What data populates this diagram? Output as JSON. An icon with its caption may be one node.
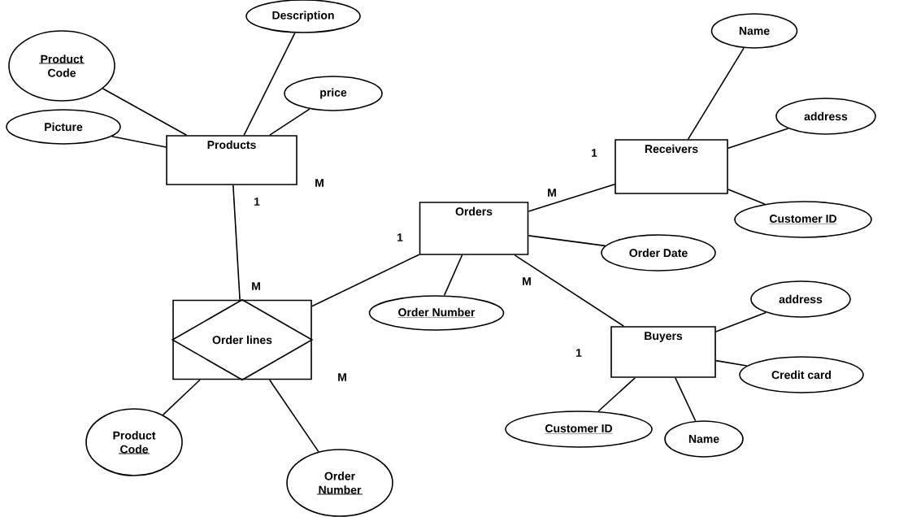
{
  "diagram": {
    "nodes": [
      {
        "text": [
          "Products"
        ]
      },
      {
        "text": [
          "Product Code"
        ]
      },
      {
        "text": [
          "Description"
        ]
      },
      {
        "text": [
          "price"
        ]
      },
      {
        "text": [
          "Picture"
        ]
      },
      {
        "text": [
          "Order lines"
        ]
      },
      {
        "text": [
          "Product Code"
        ]
      },
      {
        "text": [
          "Order Number"
        ]
      },
      {
        "text": [
          "Orders"
        ]
      },
      {
        "text": [
          "Order Number"
        ]
      },
      {
        "text": [
          "Receivers"
        ]
      },
      {
        "text": [
          "Name"
        ]
      },
      {
        "text": [
          "address"
        ]
      },
      {
        "text": [
          "Customer ID"
        ]
      },
      {
        "text": [
          "Order Date"
        ]
      },
      {
        "text": [
          "Buyers"
        ]
      },
      {
        "text": [
          "address"
        ]
      },
      {
        "text": [
          "Credit card"
        ]
      },
      {
        "text": [
          "Customer ID"
        ]
      },
      {
        "text": [
          "Name"
        ]
      }
    ],
    "edges": [
      {
        "from": 0,
        "to": 1,
        "arrow": "none"
      },
      {
        "from": 0,
        "to": 2,
        "arrow": "none"
      },
      {
        "from": 0,
        "to": 3,
        "arrow": "none"
      },
      {
        "from": 0,
        "to": 4,
        "arrow": "none"
      },
      {
        "from": 0,
        "to": 5,
        "arrow": "none"
      },
      {
        "from": 5,
        "to": 8,
        "arrow": "none"
      },
      {
        "from": 5,
        "to": 6,
        "arrow": "none"
      },
      {
        "from": 5,
        "to": 7,
        "arrow": "none"
      },
      {
        "from": 8,
        "to": 9,
        "arrow": "none"
      },
      {
        "from": 8,
        "to": 10,
        "arrow": "none"
      },
      {
        "from": 8,
        "to": 14,
        "arrow": "none"
      },
      {
        "from": 8,
        "to": 15,
        "arrow": "none"
      },
      {
        "from": 10,
        "to": 11,
        "arrow": "none"
      },
      {
        "from": 10,
        "to": 12,
        "arrow": "none"
      },
      {
        "from": 10,
        "to": 13,
        "arrow": "none"
      },
      {
        "from": 15,
        "to": 16,
        "arrow": "none"
      },
      {
        "from": 15,
        "to": 17,
        "arrow": "none"
      },
      {
        "from": 15,
        "to": 18,
        "arrow": "none"
      },
      {
        "from": 15,
        "to": 19,
        "arrow": "none"
      }
    ],
    "labels": [
      "1",
      "M",
      "M",
      "1",
      "1",
      "M",
      "M",
      "1",
      "M"
    ]
  }
}
